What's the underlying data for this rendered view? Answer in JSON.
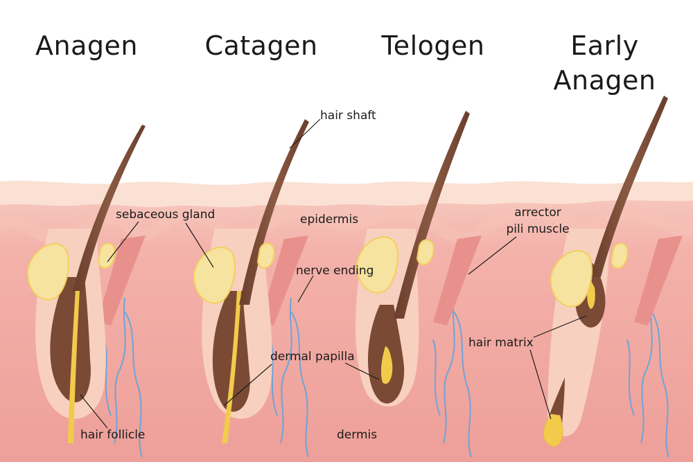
{
  "titles": {
    "anagen": "Anagen",
    "catagen": "Catagen",
    "telogen": "Telogen",
    "early_anagen_line1": "Early",
    "early_anagen_line2": "Anagen"
  },
  "labels": {
    "hair_shaft": "hair shaft",
    "sebaceous_gland": "sebaceous gland",
    "epidermis": "epidermis",
    "arrector_line1": "arrector",
    "arrector_line2": "pili muscle",
    "nerve_ending": "nerve ending",
    "dermal_papilla": "dermal papilla",
    "hair_matrix": "hair matrix",
    "hair_follicle": "hair follicle",
    "dermis": "dermis"
  },
  "colors": {
    "background": "#ffffff",
    "dermis": "#f0a9a3",
    "dermis_top": "#f6c3bb",
    "epidermis_light": "#fbe4d8",
    "follicle_sheath": "#f7c5b5",
    "hair": "#7a4a35",
    "hair_highlight": "#f2cb4b",
    "gland": "#f6e3a0",
    "vessel": "#6fa3d9",
    "muscle": "#e88a86"
  }
}
